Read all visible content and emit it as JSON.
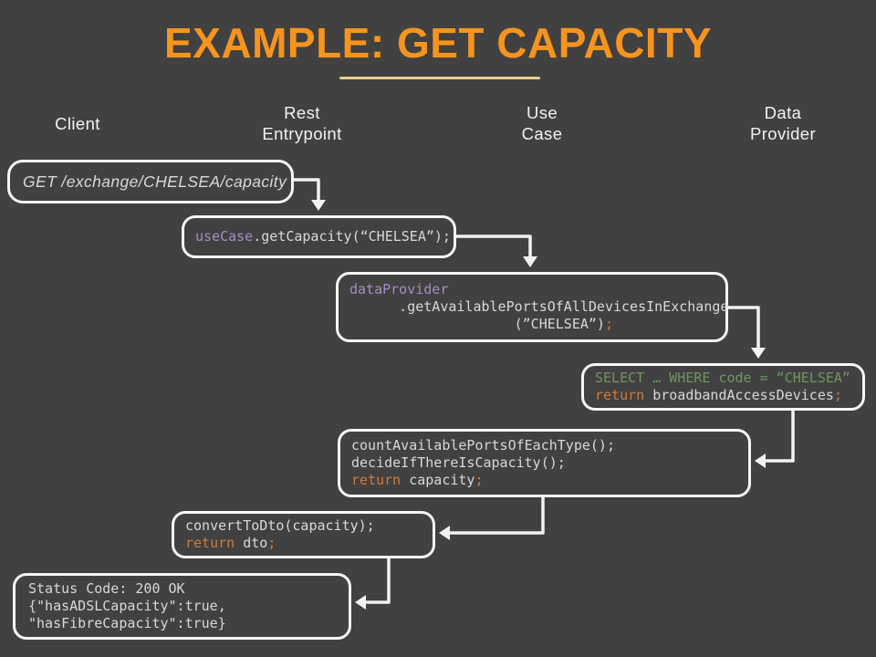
{
  "title": {
    "text": "EXAMPLE: GET CAPACITY"
  },
  "columns": [
    {
      "lines": [
        "Client"
      ]
    },
    {
      "lines": [
        "Rest",
        "Entrypoint"
      ]
    },
    {
      "lines": [
        "Use",
        "Case"
      ]
    },
    {
      "lines": [
        "Data",
        "Provider"
      ]
    }
  ],
  "boxes": [
    {
      "name": "client-request",
      "lines": [
        [
          {
            "t": "GET /exchange/CHELSEA/capacity",
            "c": "p"
          }
        ]
      ]
    },
    {
      "name": "usecase-call",
      "lines": [
        [
          {
            "t": "useCase",
            "c": "v"
          },
          {
            "t": ".getCapacity(“CHELSEA”);",
            "c": "p"
          }
        ]
      ]
    },
    {
      "name": "dataprovider-call",
      "lines": [
        [
          {
            "t": "dataProvider",
            "c": "v"
          }
        ],
        [
          {
            "t": "      .getAvailablePortsOfAllDevicesInExchange",
            "c": "p"
          }
        ],
        [
          {
            "t": "                    (”CHELSEA”)",
            "c": "p"
          },
          {
            "t": ";",
            "c": "o"
          }
        ]
      ]
    },
    {
      "name": "sql-query",
      "lines": [
        [
          {
            "t": "SELECT … WHERE code = “CHELSEA”",
            "c": "g"
          }
        ],
        [
          {
            "t": "return",
            "c": "o"
          },
          {
            "t": " broadbandAccessDevices",
            "c": "p"
          },
          {
            "t": ";",
            "c": "o"
          }
        ]
      ]
    },
    {
      "name": "usecase-logic",
      "lines": [
        [
          {
            "t": "countAvailablePortsOfEachType();",
            "c": "p"
          }
        ],
        [
          {
            "t": "decideIfThereIsCapacity();",
            "c": "p"
          }
        ],
        [
          {
            "t": "return",
            "c": "o"
          },
          {
            "t": " capacity",
            "c": "p"
          },
          {
            "t": ";",
            "c": "o"
          }
        ]
      ]
    },
    {
      "name": "convert-dto",
      "lines": [
        [
          {
            "t": "convertToDto(capacity);",
            "c": "p"
          }
        ],
        [
          {
            "t": "return",
            "c": "o"
          },
          {
            "t": " dto",
            "c": "p"
          },
          {
            "t": ";",
            "c": "o"
          }
        ]
      ]
    },
    {
      "name": "http-response",
      "lines": [
        [
          {
            "t": "Status Code: 200 OK",
            "c": "p"
          }
        ],
        [
          {
            "t": "{\"hasADSLCapacity\":true,",
            "c": "p"
          }
        ],
        [
          {
            "t": "\"hasFibreCapacity\":true}",
            "c": "p"
          }
        ]
      ]
    }
  ],
  "colors": {
    "background": "#414141",
    "title": "#F7941E",
    "underline": "#E7D08C",
    "box_border": "#F6F6F6",
    "code_plain": "#D8D8D8",
    "code_variable": "#A58CC4",
    "code_keyword": "#CD7B3C",
    "code_sql": "#71945F",
    "arrow": "#F2F2F2"
  }
}
